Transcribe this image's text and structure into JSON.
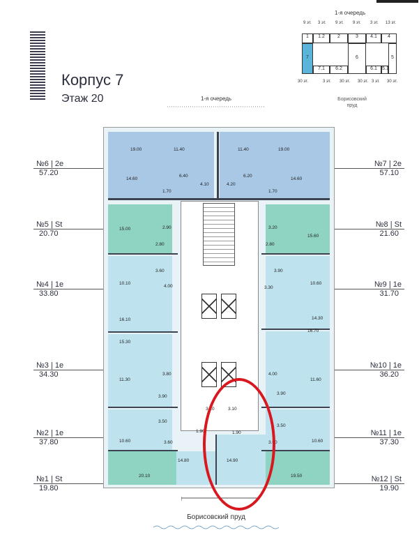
{
  "header": {
    "title": "Корпус 7",
    "floor": "Этаж 20"
  },
  "queue_top_label": "1-я очередь",
  "minimap": {
    "title": "1-я очередь",
    "top_floors": [
      "9 эт.",
      "3 эт.",
      "9 эт.",
      "9 эт.",
      "3 эт.",
      "13 эт."
    ],
    "bottom_floors": [
      "30 эт.",
      "3 эт.",
      "30 эт.",
      "30 эт.",
      "3 эт.",
      "30 эт."
    ],
    "cells": [
      "1",
      "1.2",
      "2",
      "3",
      "4.1",
      "4",
      "7",
      "7.1",
      "6.2",
      "6",
      "6.1",
      "5.1",
      "5"
    ],
    "caption": "Борисовский пруд",
    "highlight_color": "#5ab5d8"
  },
  "apartments_left": [
    {
      "no": "№6 | 2е",
      "area": "57.20"
    },
    {
      "no": "№5 | St",
      "area": "20.70"
    },
    {
      "no": "№4 | 1е",
      "area": "33.80"
    },
    {
      "no": "№3 | 1е",
      "area": "34.30"
    },
    {
      "no": "№2 | 1е",
      "area": "37.80"
    },
    {
      "no": "№1 | St",
      "area": "19.80"
    }
  ],
  "apartments_right": [
    {
      "no": "№7 | 2е",
      "area": "57.10"
    },
    {
      "no": "№8 | St",
      "area": "21.60"
    },
    {
      "no": "№9 | 1е",
      "area": "31.70"
    },
    {
      "no": "№10 | 1е",
      "area": "36.20"
    },
    {
      "no": "№11 | 1е",
      "area": "37.30"
    },
    {
      "no": "№12 | St",
      "area": "19.90"
    }
  ],
  "rooms": [
    "19.00",
    "11.40",
    "11.40",
    "19.00",
    "6.40",
    "6.20",
    "4.10",
    "4.20",
    "14.60",
    "14.60",
    "1.70",
    "1.70",
    "15.00",
    "2.90",
    "3.20",
    "15.60",
    "2.80",
    "2.80",
    "10.10",
    "3.60",
    "3.90",
    "10.60",
    "4.00",
    "3.30",
    "16.10",
    "14.30",
    "15.30",
    "16.70",
    "11.30",
    "3.80",
    "4.00",
    "11.60",
    "3.90",
    "3.90",
    "3.10",
    "3.10",
    "10.60",
    "3.50",
    "3.50",
    "10.60",
    "3.60",
    "1.90",
    "1.90",
    "3.60",
    "14.80",
    "14.90",
    "20.10",
    "19.50"
  ],
  "bottom_label": "Борисовский пруд",
  "colors": {
    "blue": "#a9c8e6",
    "teal": "#8fd3c2",
    "light": "#bfe3ee",
    "highlight": "#d8171e"
  }
}
